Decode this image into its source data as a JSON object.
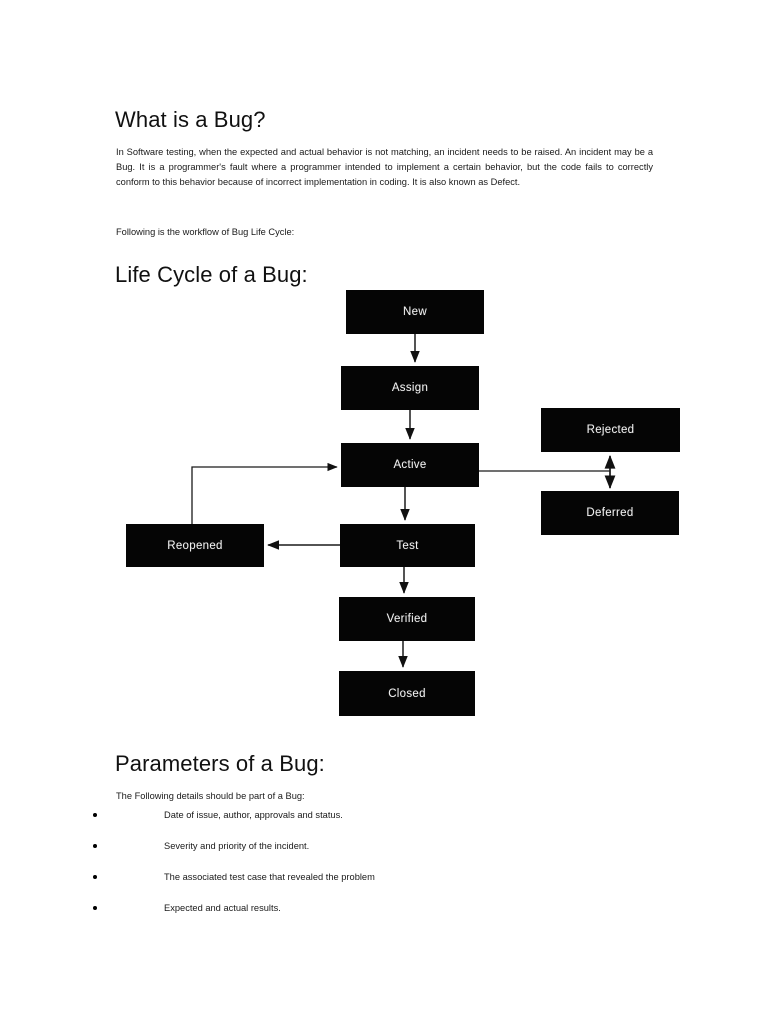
{
  "document": {
    "sections": [
      {
        "heading": "What is a Bug?",
        "paragraph": "In Software testing, when the expected and actual behavior is not matching, an incident needs to be raised. An incident may be a Bug. It is a programmer's fault where a programmer intended to implement a certain behavior, but the code fails to correctly conform to this behavior because of incorrect implementation in coding. It is also known as Defect.",
        "note": "Following is the workflow of Bug Life Cycle:"
      },
      {
        "heading": "Life Cycle of a Bug:"
      },
      {
        "heading": "Parameters of a Bug:",
        "intro": "The Following details should be part of a Bug:",
        "bullets": [
          "Date of issue, author, approvals and status.",
          "Severity and priority of the incident.",
          "The associated test case that revealed the problem",
          "Expected and actual results."
        ]
      }
    ]
  },
  "chart_data": {
    "type": "diagram",
    "title": "Life Cycle of a Bug:",
    "nodes": [
      {
        "id": "new",
        "label": "New"
      },
      {
        "id": "assign",
        "label": "Assign"
      },
      {
        "id": "active",
        "label": "Active"
      },
      {
        "id": "rejected",
        "label": "Rejected"
      },
      {
        "id": "deferred",
        "label": "Deferred"
      },
      {
        "id": "reopened",
        "label": "Reopened"
      },
      {
        "id": "test",
        "label": "Test"
      },
      {
        "id": "verified",
        "label": "Verified"
      },
      {
        "id": "closed",
        "label": "Closed"
      }
    ],
    "edges": [
      {
        "from": "new",
        "to": "assign",
        "arrow": "single"
      },
      {
        "from": "assign",
        "to": "active",
        "arrow": "single"
      },
      {
        "from": "active",
        "to": "test",
        "arrow": "single"
      },
      {
        "from": "test",
        "to": "verified",
        "arrow": "single"
      },
      {
        "from": "verified",
        "to": "closed",
        "arrow": "single"
      },
      {
        "from": "test",
        "to": "reopened",
        "arrow": "single"
      },
      {
        "from": "reopened",
        "to": "active",
        "arrow": "single"
      },
      {
        "from": "active",
        "to": "rejected",
        "arrow": "single"
      },
      {
        "from": "rejected",
        "to": "deferred",
        "arrow": "double"
      }
    ],
    "node_fill": "#050505",
    "node_text_color": "#f2f2f2",
    "edge_color": "#1a1a1a",
    "background": "#ffffff"
  }
}
